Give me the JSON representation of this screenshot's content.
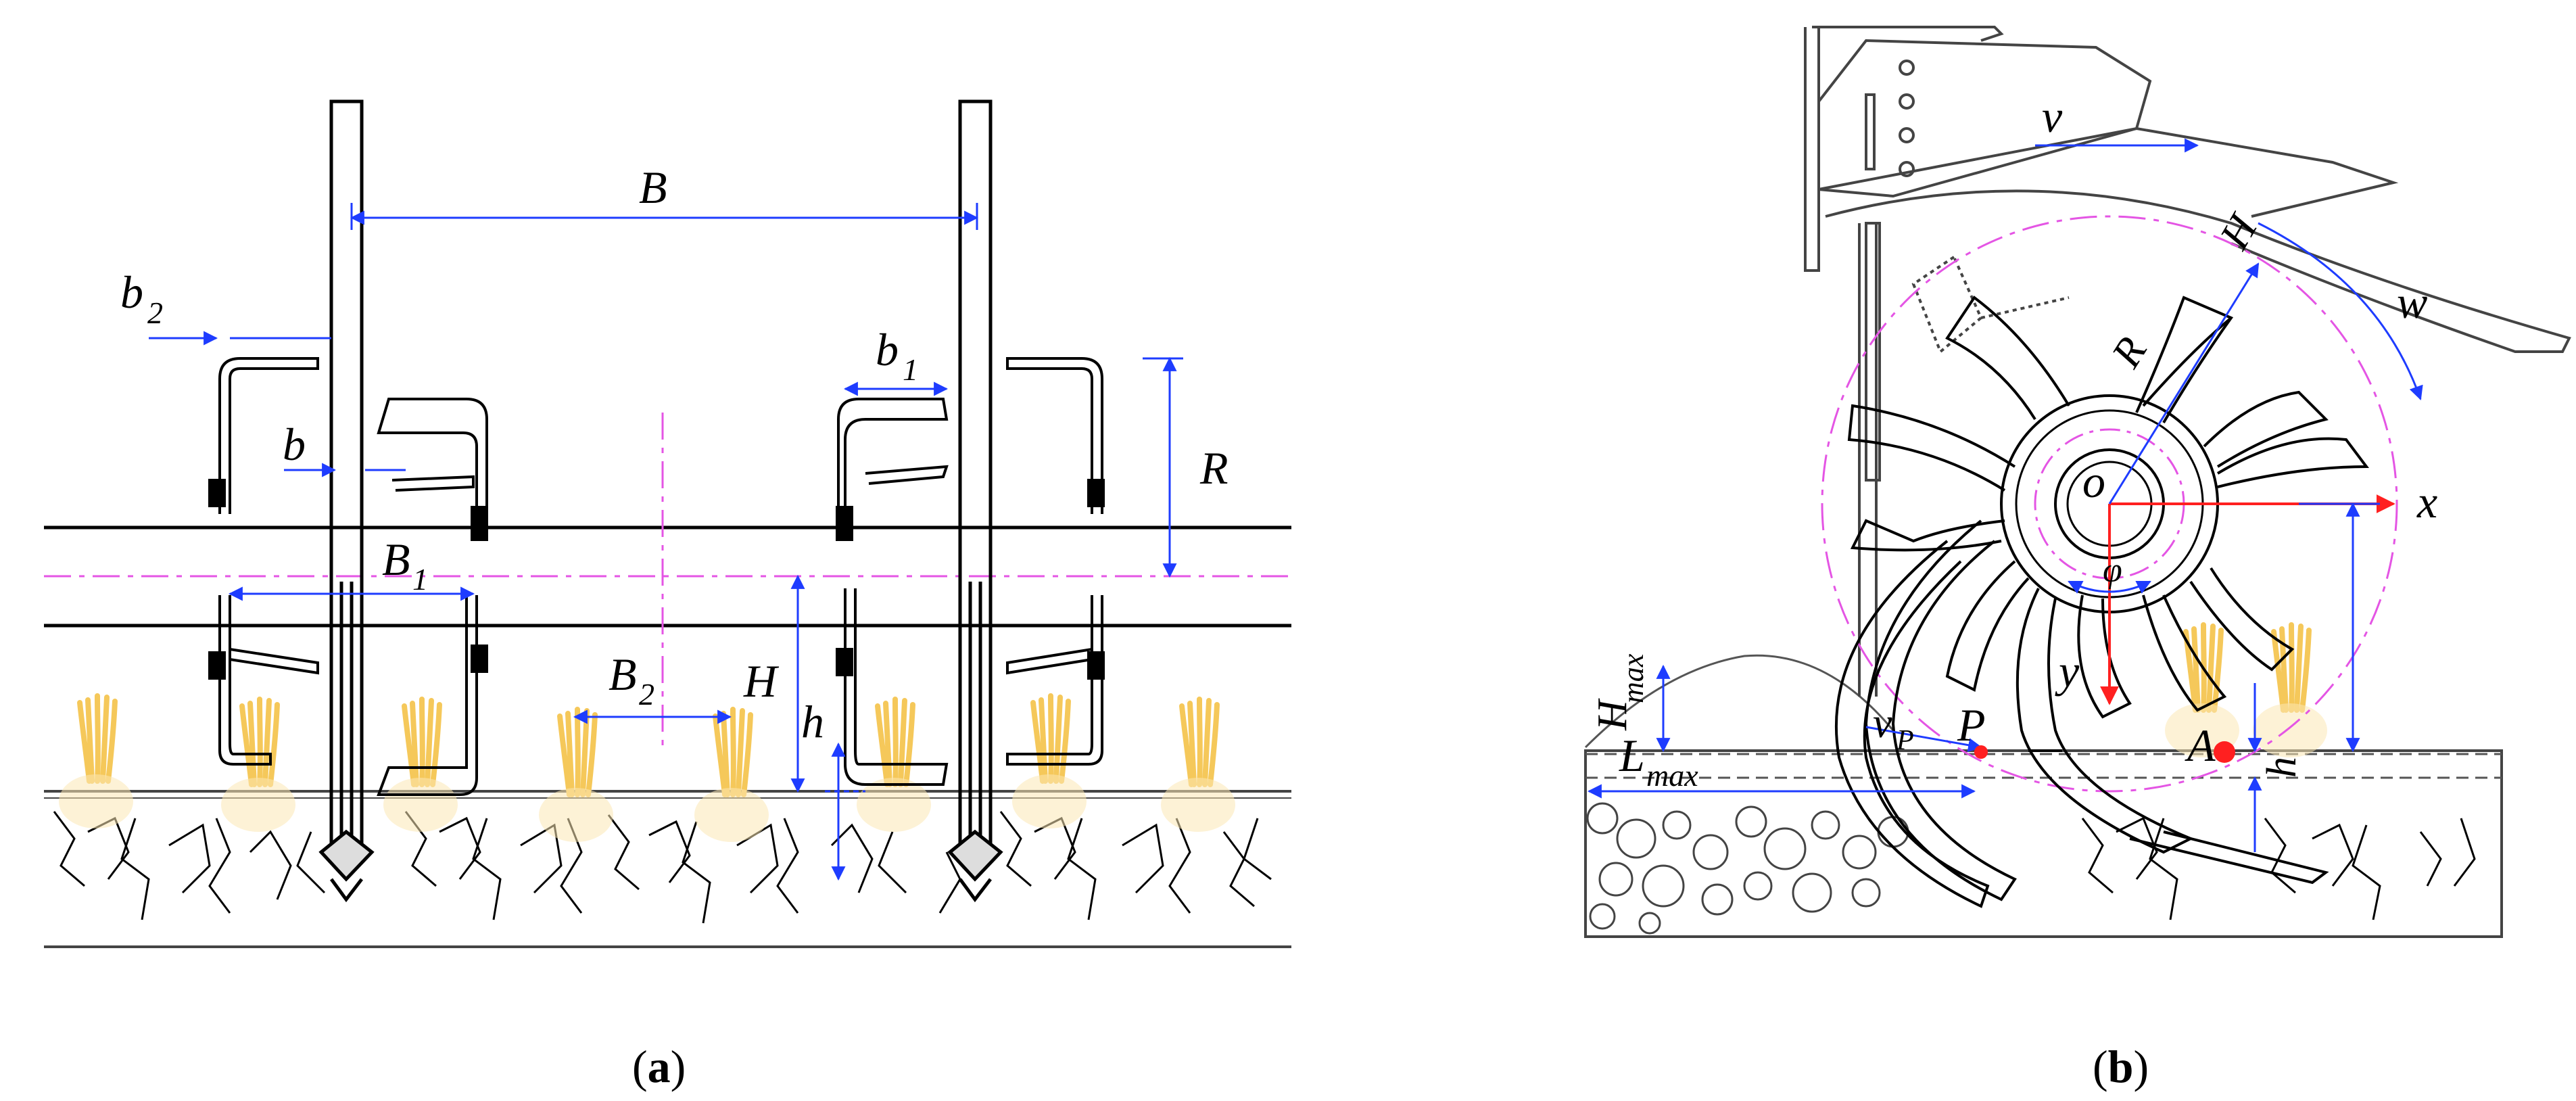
{
  "panel_a": {
    "caption_open": "(",
    "caption_letter": "a",
    "caption_close": ")",
    "labels": {
      "B": "B",
      "b2": "b",
      "b2_sub": "2",
      "b1": "b",
      "b1_sub": "1",
      "b": "b",
      "R": "R",
      "B1": "B",
      "B1_sub": "1",
      "B2": "B",
      "B2_sub": "2",
      "H": "H",
      "h": "h"
    }
  },
  "panel_b": {
    "caption_open": "(",
    "caption_letter": "b",
    "caption_close": ")",
    "labels": {
      "v": "v",
      "H": "H",
      "w": "w",
      "R": "R",
      "o": "o",
      "x": "x",
      "phi": "φ",
      "y": "y",
      "Hmax": "H",
      "Hmax_sub": "max",
      "Lmax": "L",
      "Lmax_sub": "max",
      "vP": "v",
      "vP_sub": "P",
      "P": "P",
      "A": "A",
      "h": "h"
    }
  },
  "colors": {
    "dimension": "#1e3cff",
    "centerline": "#e455e4",
    "axis": "#ff2020",
    "crop": "#f5c85a",
    "structure": "#000000"
  }
}
